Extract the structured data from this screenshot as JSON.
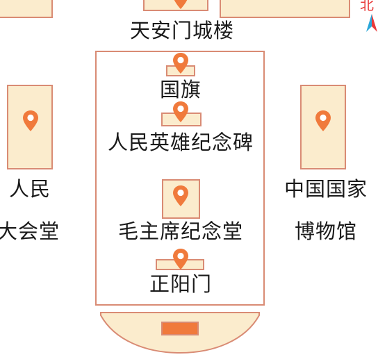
{
  "map": {
    "colors": {
      "building_fill": "#fbeccd",
      "building_stroke": "#d98b74",
      "pin": "#f07a3c",
      "north_red": "#e83a3a",
      "north_blue": "#2aa7d9"
    },
    "places": {
      "tiananmen": {
        "label": "天安门城楼",
        "icon": "location-pin-icon"
      },
      "flag": {
        "label": "国旗",
        "icon": "location-pin-icon"
      },
      "monument": {
        "label": "人民英雄纪念碑",
        "icon": "location-pin-icon"
      },
      "mausoleum": {
        "label": "毛主席纪念堂",
        "icon": "location-pin-icon"
      },
      "zhengyangmen": {
        "label": "正阳门",
        "icon": "location-pin-icon"
      },
      "great_hall": {
        "label_line1": "人民",
        "label_line2": "大会堂",
        "icon": "location-pin-icon"
      },
      "museum": {
        "label_line1": "中国国家",
        "label_line2": "博物馆",
        "icon": "location-pin-icon"
      }
    },
    "north_arrow": {
      "icon": "north-arrow-icon"
    }
  }
}
